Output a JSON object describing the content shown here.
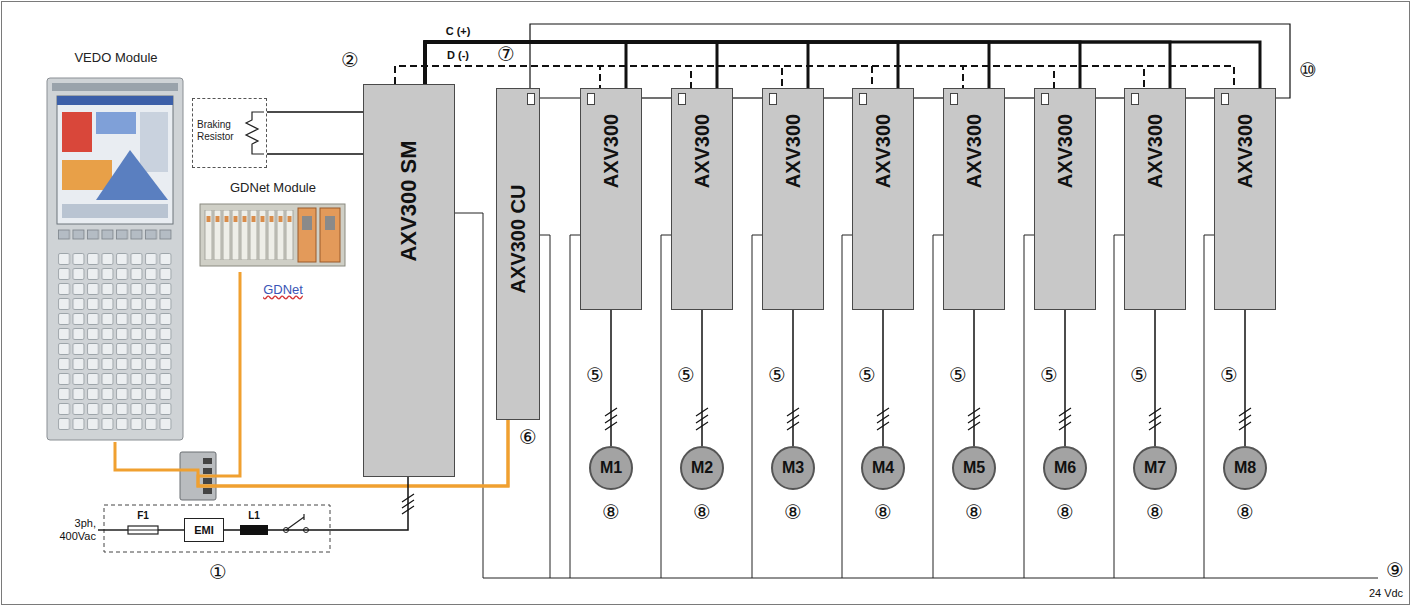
{
  "diagram": {
    "nodes": [
      {
        "text": [
          "VEDO Module"
        ]
      },
      {
        "text": [
          "GDNet Module"
        ]
      },
      {
        "text": [
          "Braking Resistor"
        ]
      },
      {
        "text": [
          "AXV300 SM"
        ]
      },
      {
        "text": [
          "AXV300 CU"
        ]
      },
      {
        "text": [
          "AXV300"
        ]
      },
      {
        "text": [
          "AXV300"
        ]
      },
      {
        "text": [
          "AXV300"
        ]
      },
      {
        "text": [
          "AXV300"
        ]
      },
      {
        "text": [
          "AXV300"
        ]
      },
      {
        "text": [
          "AXV300"
        ]
      },
      {
        "text": [
          "AXV300"
        ]
      },
      {
        "text": [
          "AXV300"
        ]
      },
      {
        "text": [
          "M1"
        ]
      },
      {
        "text": [
          "M2"
        ]
      },
      {
        "text": [
          "M3"
        ]
      },
      {
        "text": [
          "M4"
        ]
      },
      {
        "text": [
          "M5"
        ]
      },
      {
        "text": [
          "M6"
        ]
      },
      {
        "text": [
          "M7"
        ]
      },
      {
        "text": [
          "M8"
        ]
      },
      {
        "text": [
          "EMI"
        ]
      }
    ],
    "edges": [
      {
        "from": 0,
        "to": 4,
        "arrow": "none"
      },
      {
        "from": 1,
        "to": 4,
        "arrow": "none"
      },
      {
        "from": 2,
        "to": 3,
        "arrow": "none"
      },
      {
        "from": 21,
        "to": 3,
        "arrow": "none"
      },
      {
        "from": 3,
        "to": 5,
        "arrow": "none"
      },
      {
        "from": 3,
        "to": 6,
        "arrow": "none"
      },
      {
        "from": 3,
        "to": 7,
        "arrow": "none"
      },
      {
        "from": 3,
        "to": 8,
        "arrow": "none"
      },
      {
        "from": 3,
        "to": 9,
        "arrow": "none"
      },
      {
        "from": 3,
        "to": 10,
        "arrow": "none"
      },
      {
        "from": 3,
        "to": 11,
        "arrow": "none"
      },
      {
        "from": 3,
        "to": 12,
        "arrow": "none"
      },
      {
        "from": 3,
        "to": 5,
        "arrow": "none"
      },
      {
        "from": 3,
        "to": 6,
        "arrow": "none"
      },
      {
        "from": 3,
        "to": 7,
        "arrow": "none"
      },
      {
        "from": 3,
        "to": 8,
        "arrow": "none"
      },
      {
        "from": 3,
        "to": 9,
        "arrow": "none"
      },
      {
        "from": 3,
        "to": 10,
        "arrow": "none"
      },
      {
        "from": 3,
        "to": 11,
        "arrow": "none"
      },
      {
        "from": 3,
        "to": 12,
        "arrow": "none"
      },
      {
        "from": 4,
        "to": 5,
        "arrow": "none"
      },
      {
        "from": 5,
        "to": 6,
        "arrow": "none"
      },
      {
        "from": 6,
        "to": 7,
        "arrow": "none"
      },
      {
        "from": 7,
        "to": 8,
        "arrow": "none"
      },
      {
        "from": 8,
        "to": 9,
        "arrow": "none"
      },
      {
        "from": 9,
        "to": 10,
        "arrow": "none"
      },
      {
        "from": 10,
        "to": 11,
        "arrow": "none"
      },
      {
        "from": 11,
        "to": 12,
        "arrow": "none"
      },
      {
        "from": 4,
        "to": 12,
        "arrow": "none"
      },
      {
        "from": 5,
        "to": 13,
        "arrow": "none"
      },
      {
        "from": 6,
        "to": 14,
        "arrow": "none"
      },
      {
        "from": 7,
        "to": 15,
        "arrow": "none"
      },
      {
        "from": 8,
        "to": 16,
        "arrow": "none"
      },
      {
        "from": 9,
        "to": 17,
        "arrow": "none"
      },
      {
        "from": 10,
        "to": 18,
        "arrow": "none"
      },
      {
        "from": 11,
        "to": 19,
        "arrow": "none"
      },
      {
        "from": 12,
        "to": 20,
        "arrow": "none"
      }
    ],
    "labels": [
      "C (+)",
      "D (-)",
      "⑦",
      "②",
      "⑩",
      "⑤",
      "⑤",
      "⑤",
      "⑤",
      "⑤",
      "⑤",
      "⑤",
      "⑤",
      "⑥",
      "⑧",
      "⑧",
      "⑧",
      "⑧",
      "⑧",
      "⑧",
      "⑧",
      "⑧",
      "①",
      "⑨",
      "24 Vdc",
      "3ph, 400Vac",
      "F1",
      "L1",
      "GDNet"
    ]
  }
}
